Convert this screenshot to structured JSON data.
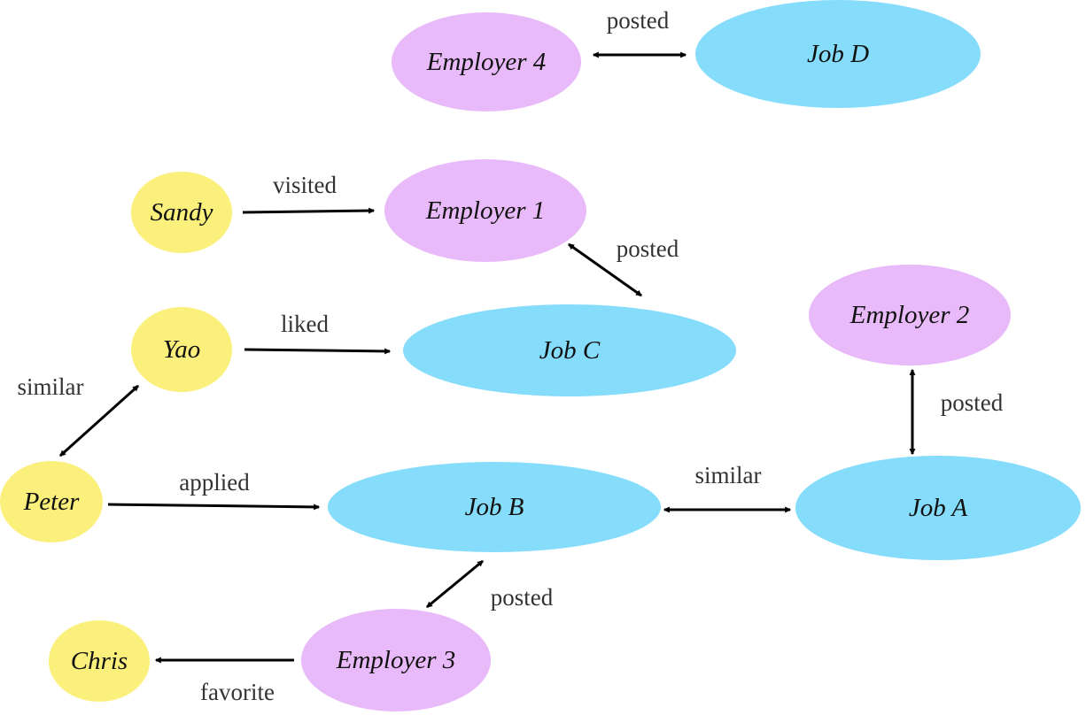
{
  "colors": {
    "person": "#fbf07c",
    "employer": "#e9baf9",
    "job": "#85dcfb",
    "edge": "#000000"
  },
  "nodes": {
    "employer4": {
      "label": "Employer 4",
      "kind": "employer"
    },
    "jobD": {
      "label": "Job D",
      "kind": "job"
    },
    "sandy": {
      "label": "Sandy",
      "kind": "person"
    },
    "employer1": {
      "label": "Employer 1",
      "kind": "employer"
    },
    "yao": {
      "label": "Yao",
      "kind": "person"
    },
    "jobC": {
      "label": "Job C",
      "kind": "job"
    },
    "employer2": {
      "label": "Employer 2",
      "kind": "employer"
    },
    "peter": {
      "label": "Peter",
      "kind": "person"
    },
    "jobB": {
      "label": "Job B",
      "kind": "job"
    },
    "jobA": {
      "label": "Job A",
      "kind": "job"
    },
    "chris": {
      "label": "Chris",
      "kind": "person"
    },
    "employer3": {
      "label": "Employer 3",
      "kind": "employer"
    }
  },
  "edges": {
    "employer4_jobD": {
      "label": "posted",
      "direction": "both"
    },
    "sandy_employer1": {
      "label": "visited",
      "direction": "forward"
    },
    "employer1_jobC": {
      "label": "posted",
      "direction": "both"
    },
    "yao_jobC": {
      "label": "liked",
      "direction": "forward"
    },
    "peter_yao": {
      "label": "similar",
      "direction": "both"
    },
    "employer2_jobA": {
      "label": "posted",
      "direction": "both"
    },
    "peter_jobB": {
      "label": "applied",
      "direction": "forward"
    },
    "jobB_jobA": {
      "label": "similar",
      "direction": "both"
    },
    "jobB_employer3": {
      "label": "posted",
      "direction": "both"
    },
    "employer3_chris": {
      "label": "favorite",
      "direction": "forward"
    }
  }
}
